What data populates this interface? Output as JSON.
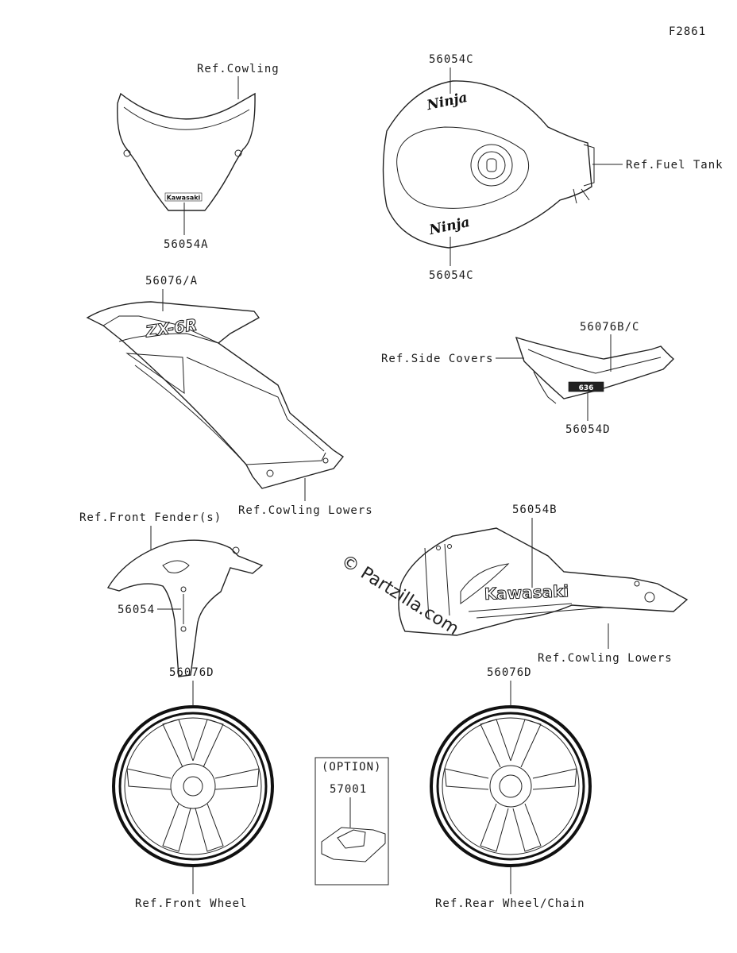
{
  "figure_id": "F2861",
  "watermark": "© Partzilla.com",
  "callouts": {
    "ref_cowling": "Ref.Cowling",
    "part_56054A": "56054A",
    "part_56054C_top": "56054C",
    "part_56054C_bottom": "56054C",
    "ref_fuel_tank": "Ref.Fuel Tank",
    "part_56076_A": "56076/A",
    "part_56076B_C": "56076B/C",
    "ref_side_covers": "Ref.Side Covers",
    "part_56054D": "56054D",
    "ref_cowling_lowers_1": "Ref.Cowling Lowers",
    "ref_front_fenders": "Ref.Front Fender(s)",
    "part_56054": "56054",
    "part_56054B": "56054B",
    "ref_cowling_lowers_2": "Ref.Cowling Lowers",
    "part_56076D_front": "56076D",
    "part_56076D_rear": "56076D",
    "option": "(OPTION)",
    "part_57001": "57001",
    "ref_front_wheel": "Ref.Front Wheel",
    "ref_rear_wheel": "Ref.Rear Wheel/Chain"
  },
  "decal_text": {
    "windscreen_logo": "Kawasaki",
    "tank_logo_top": "Ninja",
    "tank_logo_bottom": "Ninja",
    "shroud_logo": "ZX-6R",
    "side_cover_logo": "636",
    "lower_logo": "Kawasaki"
  }
}
